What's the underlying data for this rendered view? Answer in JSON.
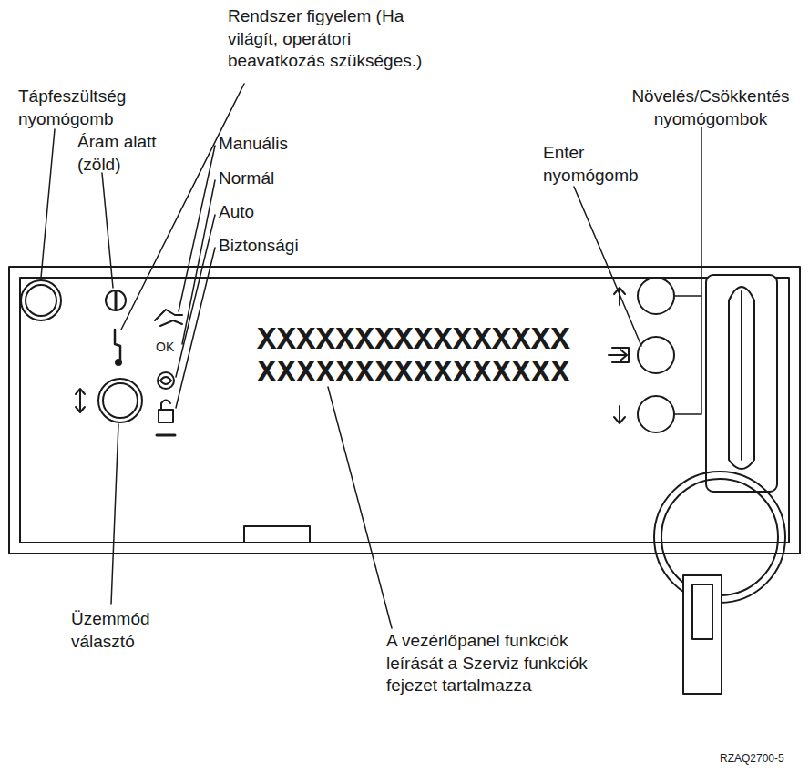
{
  "diagram": {
    "labels": [
      "Rendszer figyelem (Ha világít, operátori beavatkozás szükséges.)",
      "Tápfeszültség nyomógomb",
      "Áram alatt (zöld)",
      "Manuális",
      "Normál",
      "Auto",
      "Biztonsági",
      "Enter nyomógomb",
      "Növelés/Csökkentés nyomógombok",
      "XXXXXXXXXXXXXXXX",
      "XXXXXXXXXXXXXXXX",
      "A vezérlőpanel funkciók leírását a Szerviz funkciók fejezet tartalmazza",
      "Üzemmód választó",
      "OK",
      "RZAQ2700-5"
    ]
  }
}
